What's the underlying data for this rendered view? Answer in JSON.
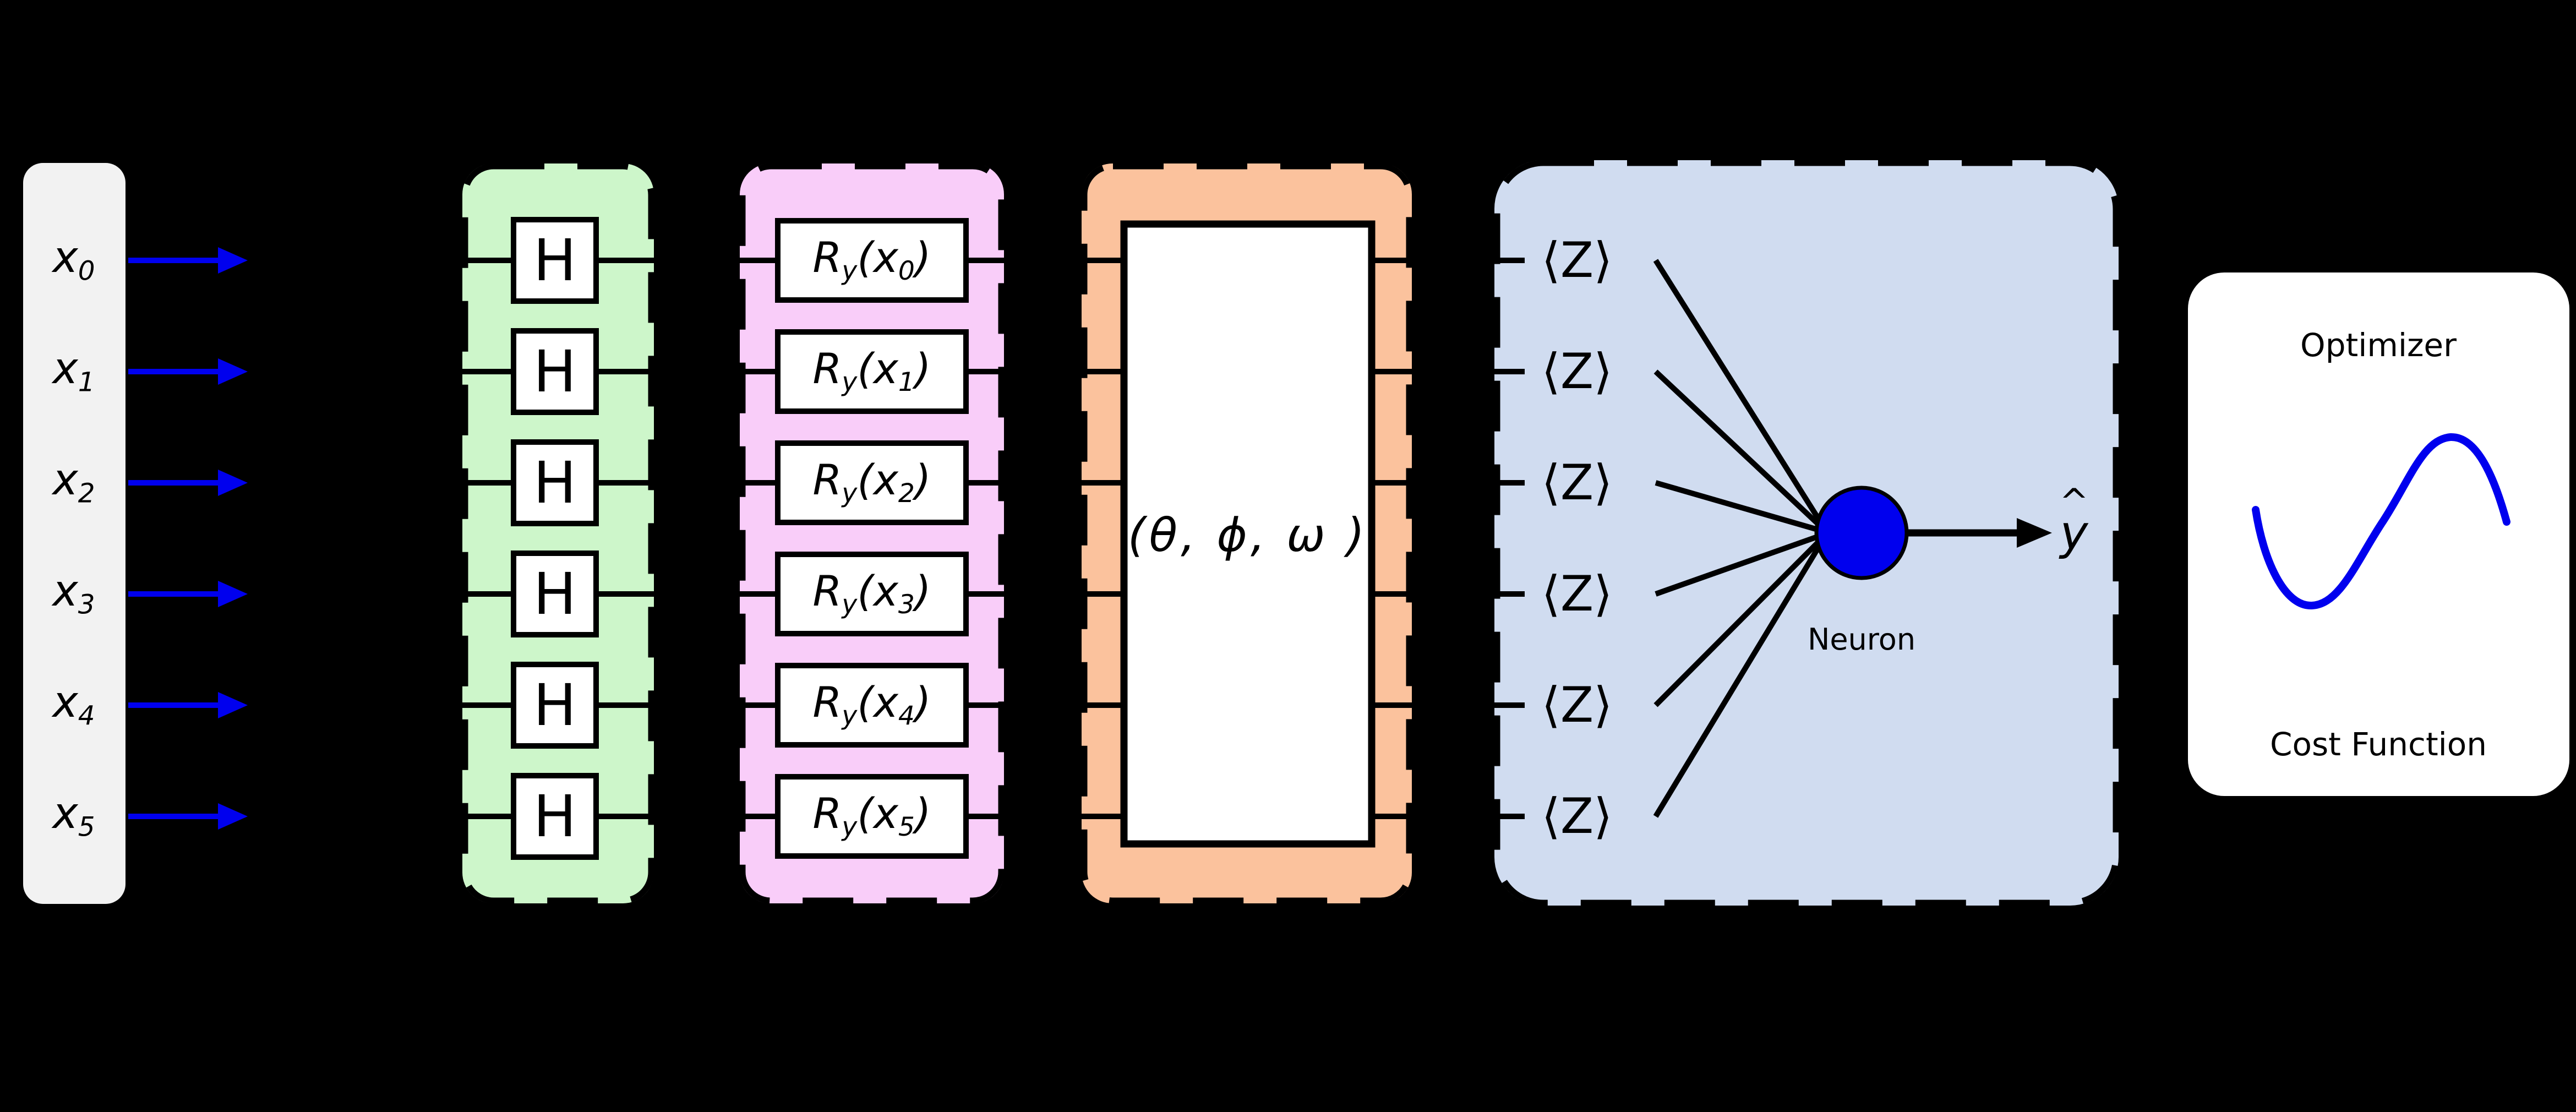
{
  "colors": {
    "bg": "#000000",
    "input_fill": "#f2f2f2",
    "green": "#cdf6ca",
    "pink": "#f9cdf9",
    "orange": "#fbc29d",
    "blue_panel": "#d0dcf0",
    "accent": "#0000ee",
    "ink": "#000000",
    "white": "#ffffff"
  },
  "input_panel": {
    "items": [
      {
        "base": "x",
        "sub": "0"
      },
      {
        "base": "x",
        "sub": "1"
      },
      {
        "base": "x",
        "sub": "2"
      },
      {
        "base": "x",
        "sub": "3"
      },
      {
        "base": "x",
        "sub": "4"
      },
      {
        "base": "x",
        "sub": "5"
      }
    ]
  },
  "state_prep": {
    "gates": [
      "H",
      "H",
      "H",
      "H",
      "H",
      "H"
    ]
  },
  "embedding": {
    "gates": [
      {
        "base": "R",
        "sub": "y",
        "arg_pre": "(x",
        "arg_sub": "0",
        "arg_post": ")"
      },
      {
        "base": "R",
        "sub": "y",
        "arg_pre": "(x",
        "arg_sub": "1",
        "arg_post": ")"
      },
      {
        "base": "R",
        "sub": "y",
        "arg_pre": "(x",
        "arg_sub": "2",
        "arg_post": ")"
      },
      {
        "base": "R",
        "sub": "y",
        "arg_pre": "(x",
        "arg_sub": "3",
        "arg_post": ")"
      },
      {
        "base": "R",
        "sub": "y",
        "arg_pre": "(x",
        "arg_sub": "4",
        "arg_post": ")"
      },
      {
        "base": "R",
        "sub": "y",
        "arg_pre": "(x",
        "arg_sub": "5",
        "arg_post": ")"
      }
    ]
  },
  "variational": {
    "params_label": "(θ, ϕ, ω )"
  },
  "measurement": {
    "labels": [
      "⟨Z⟩",
      "⟨Z⟩",
      "⟨Z⟩",
      "⟨Z⟩",
      "⟨Z⟩",
      "⟨Z⟩"
    ],
    "neuron_label": "Neuron",
    "output": {
      "hat": "^",
      "base": "y"
    }
  },
  "optimizer_panel": {
    "title": "Optimizer",
    "caption": "Cost Function"
  }
}
